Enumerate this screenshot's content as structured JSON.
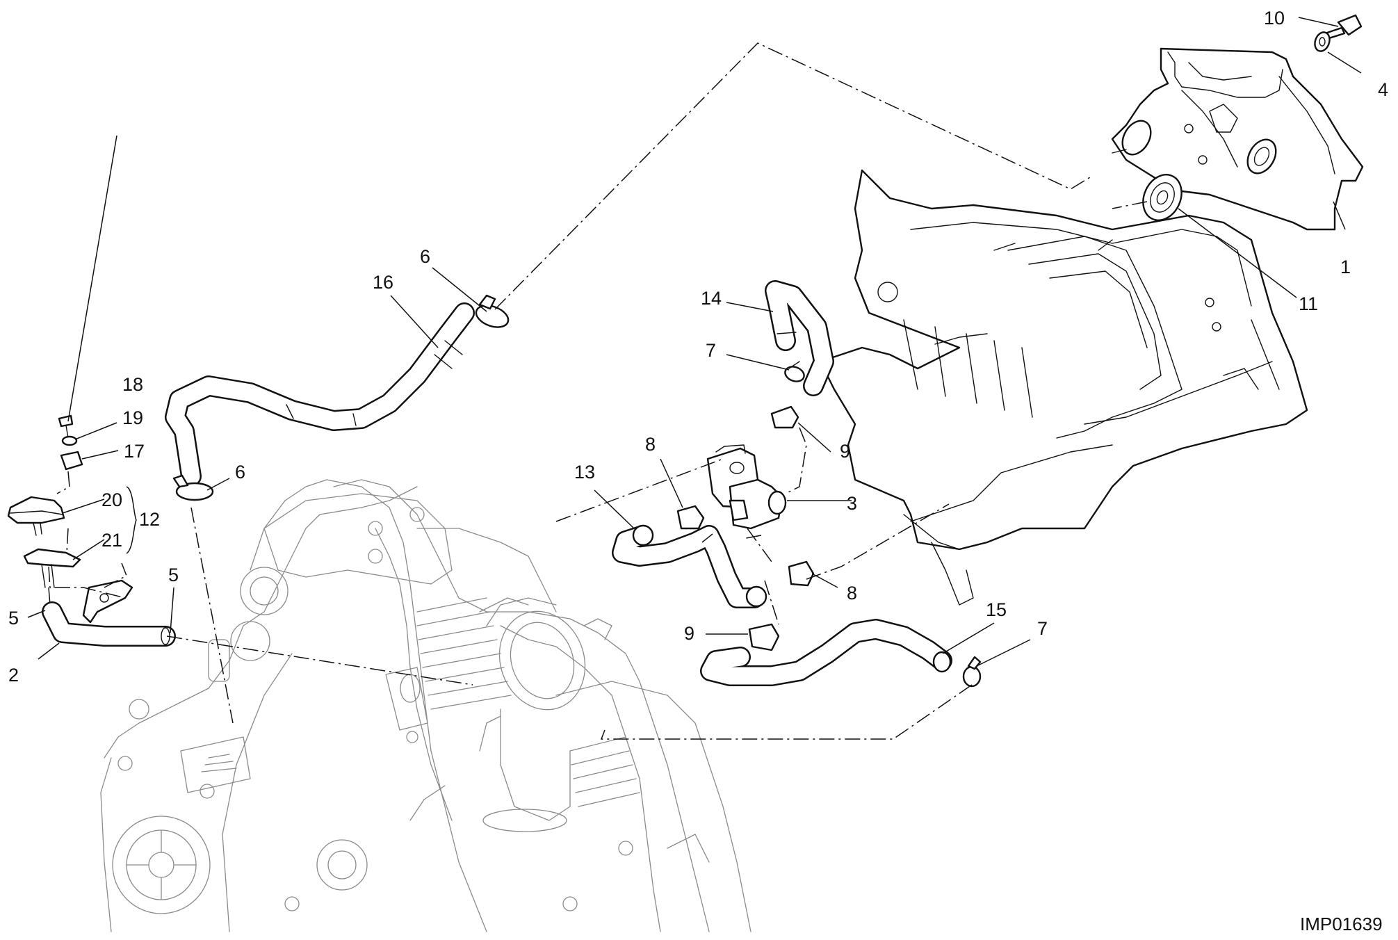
{
  "callouts": [
    {
      "label": "1"
    },
    {
      "label": "2"
    },
    {
      "label": "3"
    },
    {
      "label": "4"
    },
    {
      "label": "5"
    },
    {
      "label": "5"
    },
    {
      "label": "6"
    },
    {
      "label": "6"
    },
    {
      "label": "7"
    },
    {
      "label": "7"
    },
    {
      "label": "8"
    },
    {
      "label": "8"
    },
    {
      "label": "9"
    },
    {
      "label": "9"
    },
    {
      "label": "10"
    },
    {
      "label": "11"
    },
    {
      "label": "12"
    },
    {
      "label": "13"
    },
    {
      "label": "14"
    },
    {
      "label": "15"
    },
    {
      "label": "16"
    },
    {
      "label": "17"
    },
    {
      "label": "18"
    },
    {
      "label": "19"
    },
    {
      "label": "20"
    },
    {
      "label": "21"
    }
  ],
  "reference_code": "IMP01639"
}
